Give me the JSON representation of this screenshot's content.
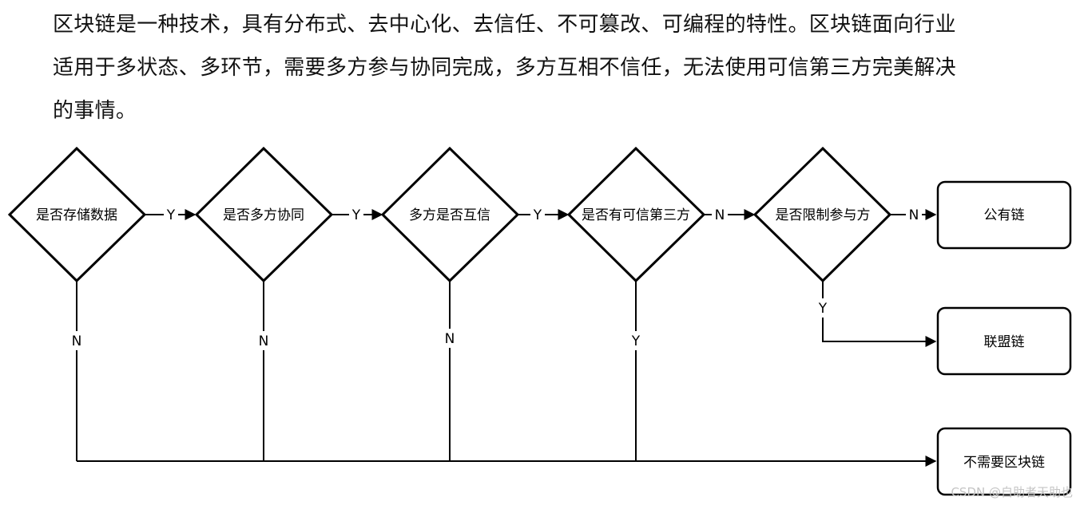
{
  "intro": {
    "lines": [
      "区块链是一种技术，具有分布式、去中心化、去信任、不可篡改、可编程的特性。区块链面向行业",
      "适用于多状态、多环节，需要多方参与协同完成，多方互相不信任，无法使用可信第三方完美解决",
      "的事情。"
    ]
  },
  "flowchart": {
    "decisions": [
      {
        "id": "store-data",
        "label": "是否存储数据"
      },
      {
        "id": "multi-party",
        "label": "是否多方协同"
      },
      {
        "id": "mutual-trust",
        "label": "多方是否互信"
      },
      {
        "id": "trusted-third-party",
        "label": "是否有可信第三方"
      },
      {
        "id": "restrict-participation",
        "label": "是否限制参与方"
      }
    ],
    "outcomes": [
      {
        "id": "public-chain",
        "label": "公有链"
      },
      {
        "id": "consortium-chain",
        "label": "联盟链"
      },
      {
        "id": "no-blockchain",
        "label": "不需要区块链"
      }
    ],
    "edges": [
      {
        "id": "e1",
        "from": "store-data",
        "to": "multi-party",
        "label": "Y"
      },
      {
        "id": "e2",
        "from": "multi-party",
        "to": "mutual-trust",
        "label": "Y"
      },
      {
        "id": "e3",
        "from": "mutual-trust",
        "to": "trusted-third-party",
        "label": "Y"
      },
      {
        "id": "e4",
        "from": "trusted-third-party",
        "to": "restrict-participation",
        "label": "N"
      },
      {
        "id": "e5",
        "from": "restrict-participation",
        "to": "public-chain",
        "label": "N"
      },
      {
        "id": "e6",
        "from": "restrict-participation",
        "to": "consortium-chain",
        "label": "Y"
      },
      {
        "id": "e7",
        "from": "store-data",
        "to": "no-blockchain",
        "label": "N"
      },
      {
        "id": "e8",
        "from": "multi-party",
        "to": "no-blockchain",
        "label": "N"
      },
      {
        "id": "e9",
        "from": "mutual-trust",
        "to": "no-blockchain",
        "label": "N"
      },
      {
        "id": "e10",
        "from": "trusted-third-party",
        "to": "no-blockchain",
        "label": "Y"
      }
    ]
  },
  "watermark": "CSDN @自助者天助也"
}
